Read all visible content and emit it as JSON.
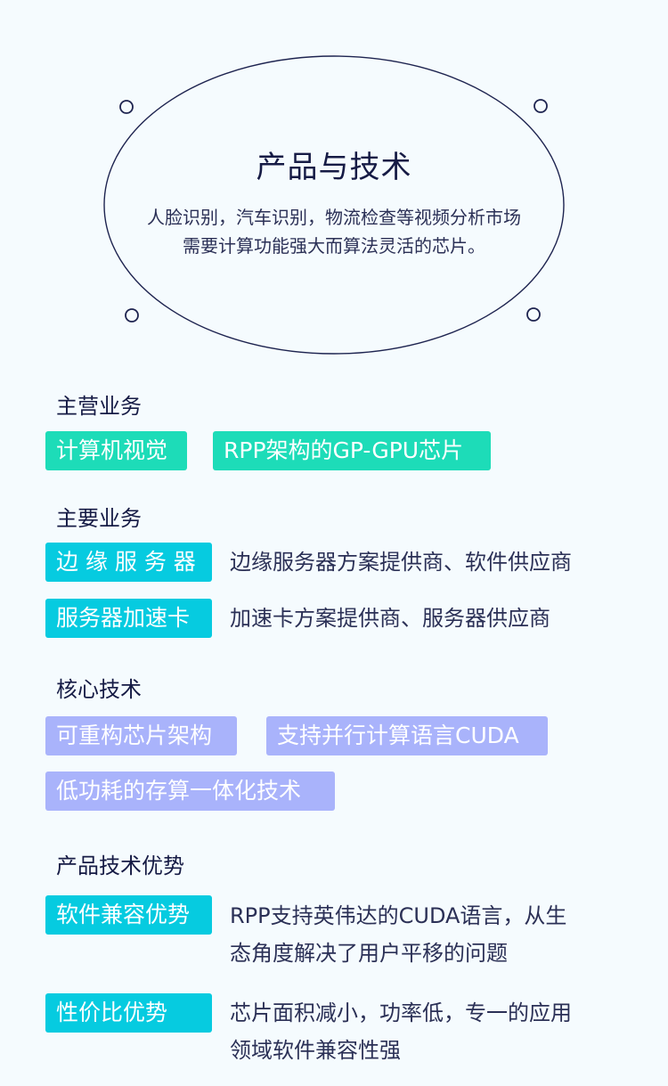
{
  "hero": {
    "title": "产品与技术",
    "subtitle_lines": [
      "人脸识别，汽车识别，物流检查等视频分析市场",
      "需要计算功能强大而算法灵活的芯片。"
    ]
  },
  "sections": {
    "main_business": {
      "heading": "主营业务",
      "tags": [
        "计算机视觉",
        "RPP架构的GP-GPU芯片"
      ]
    },
    "primary_business": {
      "heading": "主要业务",
      "rows": [
        {
          "tag": "边 缘 服 务 器",
          "desc": "边缘服务器方案提供商、软件供应商"
        },
        {
          "tag": "服务器加速卡",
          "desc": "加速卡方案提供商、服务器供应商"
        }
      ]
    },
    "core_tech": {
      "heading": "核心技术",
      "tags": [
        "可重构芯片架构",
        "支持并行计算语言CUDA",
        "低功耗的存算一体化技术"
      ]
    },
    "advantages": {
      "heading": "产品技术优势",
      "rows": [
        {
          "tag": "软件兼容优势",
          "desc_lines": [
            "RPP支持英伟达的CUDA语言，从生",
            "态角度解决了用户平移的问题"
          ]
        },
        {
          "tag": "性价比优势",
          "desc_lines": [
            "芯片面积减小，功率低，专一的应用",
            "领域软件兼容性强"
          ]
        }
      ]
    }
  },
  "colors": {
    "background": "#f5fbfe",
    "text_dark": "#161b45",
    "tag_green": "#1ddcb8",
    "tag_cyan": "#06cbe0",
    "tag_lavender": "#a9b3fb",
    "outline": "#1e2450"
  }
}
